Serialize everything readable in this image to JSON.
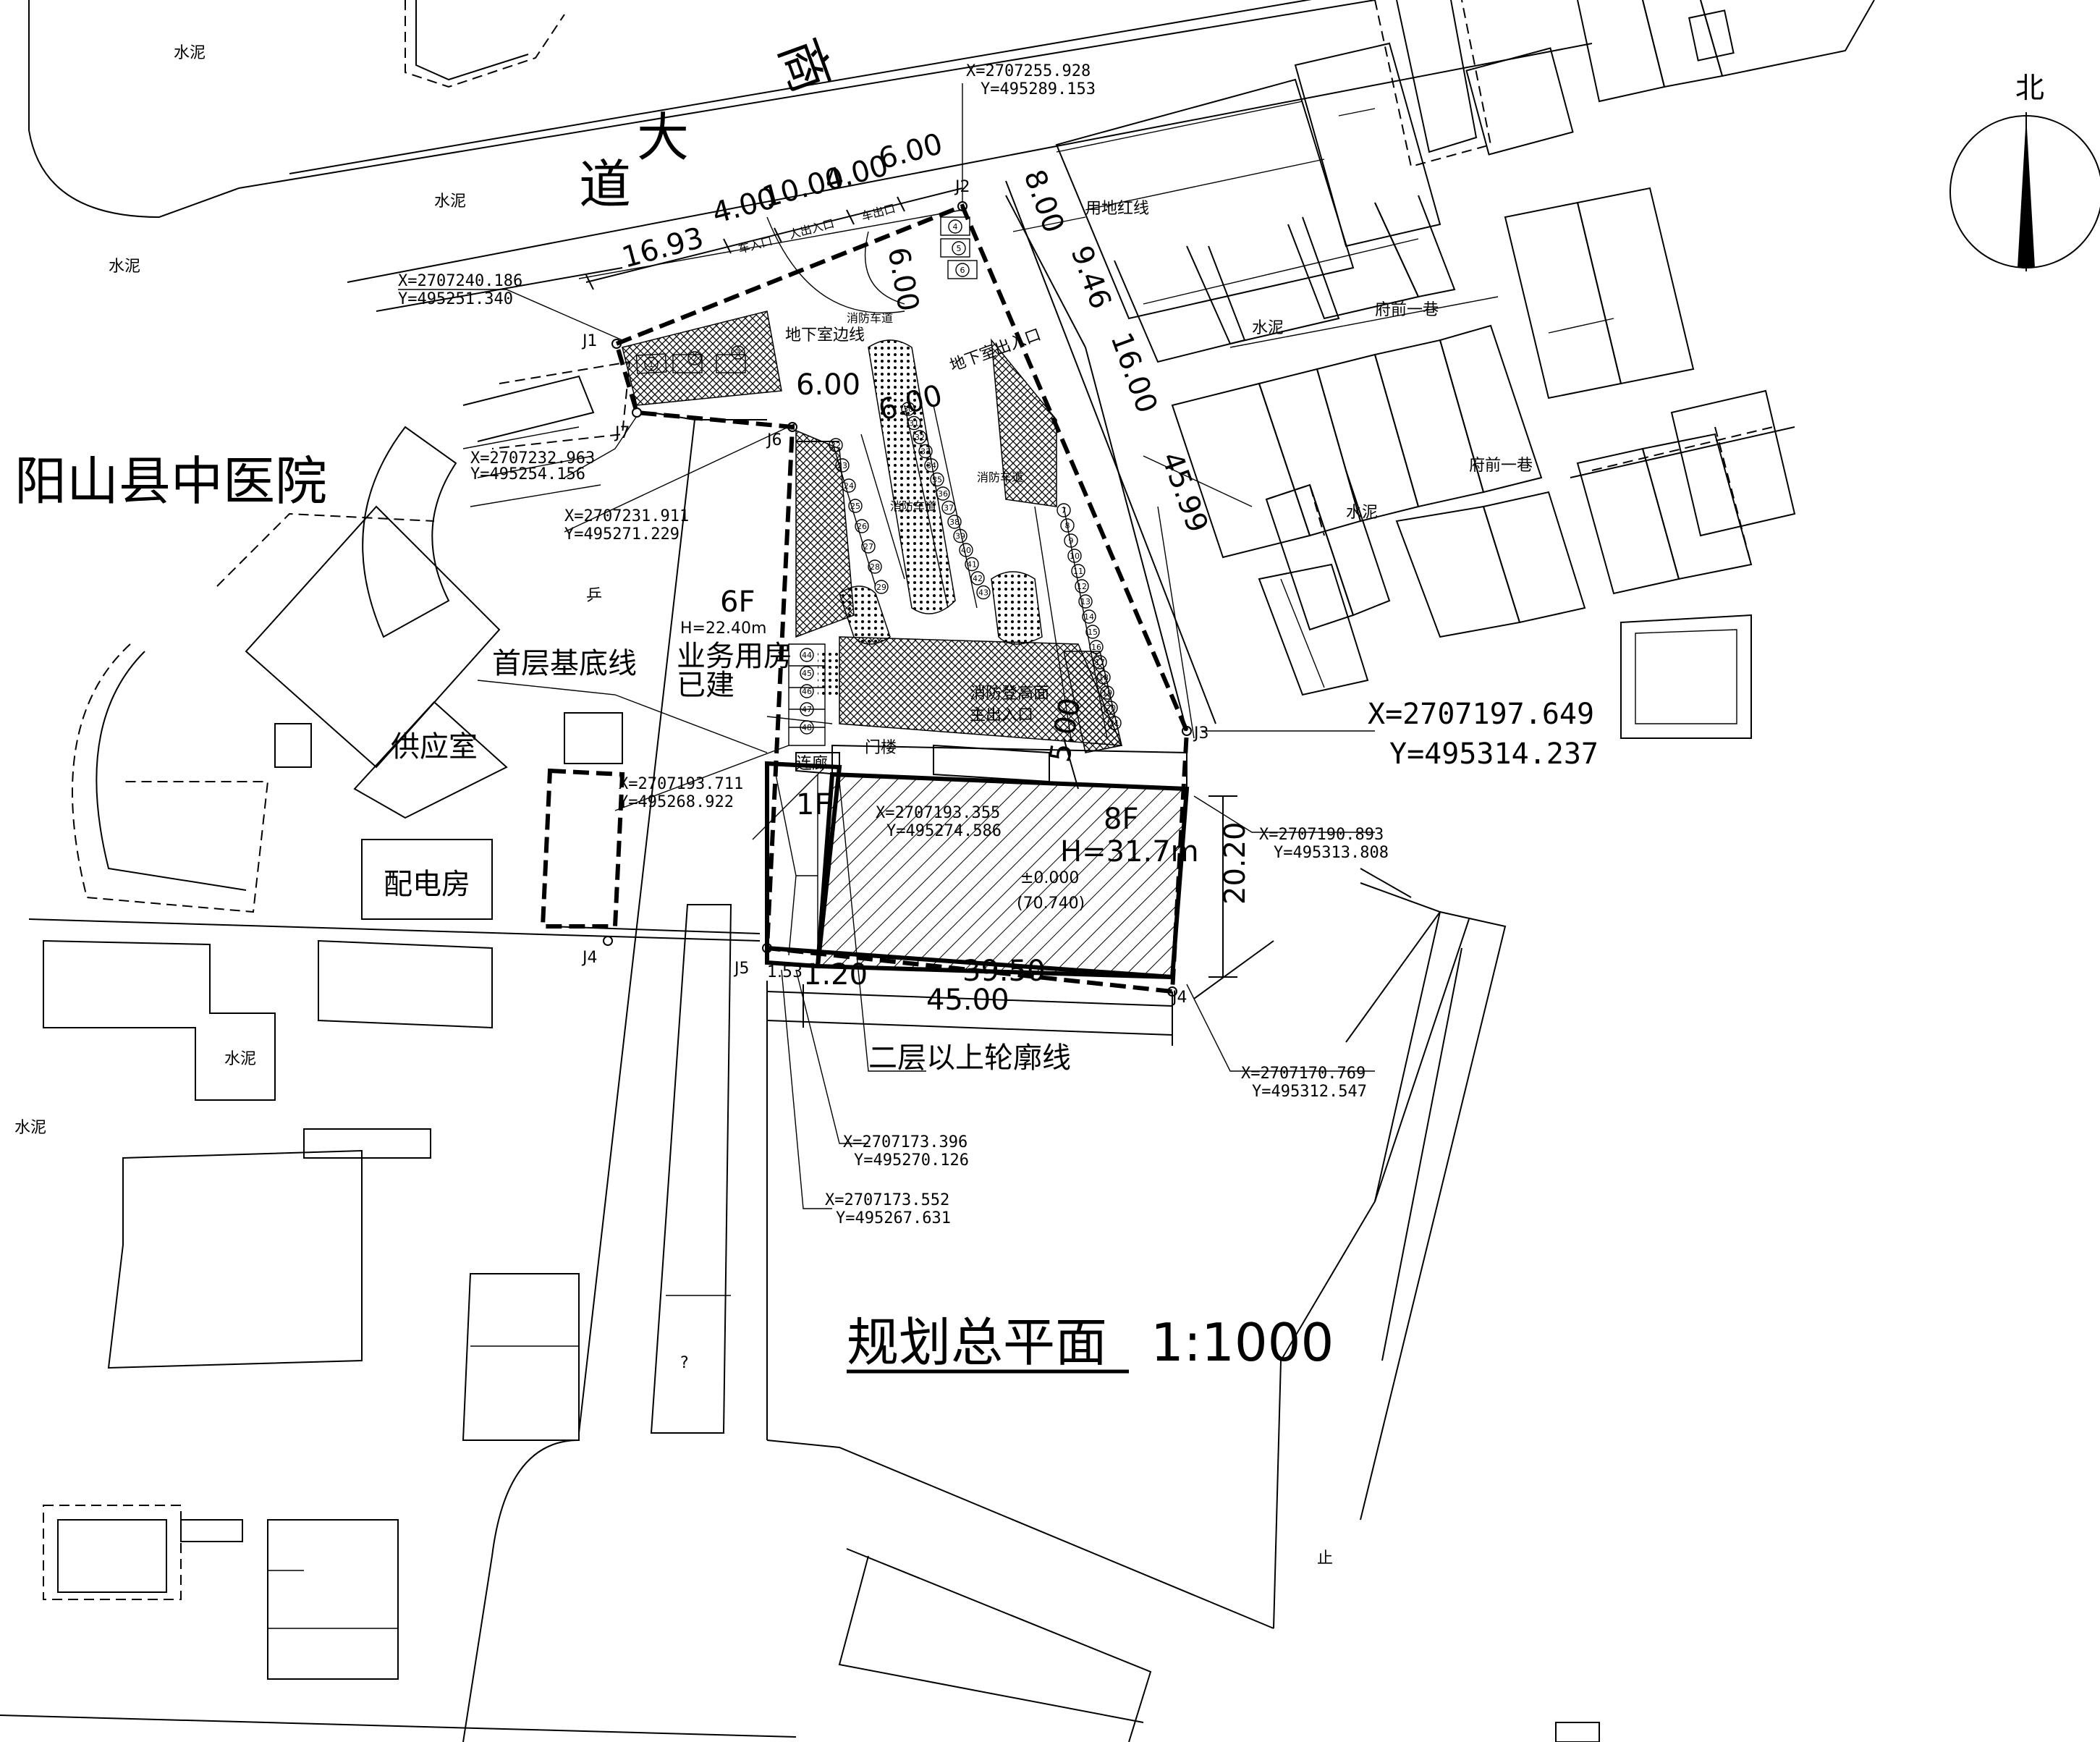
{
  "drawing": {
    "title": "规划总平面",
    "scale": "1:1000",
    "north_label": "北"
  },
  "labels": {
    "hospital": "阳山县中医院",
    "road_chars": [
      "商",
      "大",
      "道"
    ],
    "supply_room": "供应室",
    "power_room": "配电房",
    "first_floor_line": "首层基底线",
    "upper_outline": "二层以上轮廓线",
    "red_line": "用地红线",
    "basement_line": "地下室边线",
    "basement_exit": "地下室出入口",
    "fire_lane_1": "消防车道",
    "fire_lane_2": "消防车道",
    "fire_lane_3": "消防车道",
    "fire_lane_4": "消防车道",
    "fire_platform": "消防登高面",
    "main_entrance": "主出入口",
    "gate": "门楼",
    "corridor": "连廊",
    "car_in": "车入口",
    "people_in": "人出入口",
    "car_out": "车出口",
    "cement_1": "水泥",
    "cement_2": "水泥",
    "cement_3": "水泥",
    "cement_4": "水泥",
    "cement_5": "水泥",
    "cement_6": "水泥",
    "cement_7": "水泥",
    "lane_1": "府前一巷",
    "lane_2": "府前一巷",
    "question": "?",
    "mark_1": "乒",
    "mark_2": "止"
  },
  "buildings": {
    "existing": {
      "floors": "6F",
      "height": "H=22.40m",
      "use": "业务用房",
      "status": "已建"
    },
    "new": {
      "floors": "8F",
      "height": "H=31.7m",
      "elevation": "±0.000",
      "abs_elevation": "(70.740)"
    },
    "one_floor": "1F"
  },
  "points": {
    "J1": {
      "name": "J1",
      "x": "X=2707240.186",
      "y": "Y=495251.340"
    },
    "J2": {
      "name": "J2",
      "x": "X=2707255.928",
      "y": "Y=495289.153"
    },
    "J3": {
      "name": "J3",
      "x": "X=2707197.649",
      "y": "Y=495314.237"
    },
    "J4": {
      "name": "J4",
      "x": "X=2707170.769",
      "y": "Y=495312.547"
    },
    "J4b": {
      "name": "J4"
    },
    "J5": {
      "name": "J5"
    },
    "J6": {
      "name": "J6"
    },
    "J7": {
      "name": "J7"
    },
    "c1": {
      "x": "X=2707232.963",
      "y": "Y=495254.156"
    },
    "c2": {
      "x": "X=2707231.911",
      "y": "Y=495271.229"
    },
    "c3": {
      "x": "X=2707193.711",
      "y": "Y=495268.922"
    },
    "c4": {
      "x": "X=2707193.355",
      "y": "Y=495274.586"
    },
    "c5": {
      "x": "X=2707190.893",
      "y": "Y=495313.808"
    },
    "c6": {
      "x": "X=2707173.396",
      "y": "Y=495270.126"
    },
    "c7": {
      "x": "X=2707173.552",
      "y": "Y=495267.631"
    }
  },
  "dims": {
    "d1": "16.93",
    "d2": "4.00",
    "d3": "10.00",
    "d4": "4.00",
    "d5": "6.00",
    "d6": "8.00",
    "d7": "9.46",
    "d8": "16.00",
    "d9": "45.99",
    "d10": "6.00",
    "d11": "6.00",
    "d12": "6.00",
    "d13": "5.00",
    "d14": "20.20",
    "d15": "39.50",
    "d16": "45.00",
    "d17": "1.20",
    "d18": "1.53"
  },
  "lot_numbers": {
    "top": [
      "1",
      "2",
      "3"
    ],
    "right_top": [
      "4",
      "5",
      "6"
    ],
    "col_a": [
      "22",
      "23",
      "24",
      "25",
      "26",
      "27",
      "28",
      "29"
    ],
    "col_b": [
      "30",
      "31",
      "32",
      "33",
      "34",
      "35",
      "36",
      "37",
      "38",
      "39",
      "40",
      "41",
      "42",
      "43"
    ],
    "col_c": [
      "7",
      "8",
      "9",
      "10",
      "11",
      "12",
      "13",
      "14",
      "15",
      "16",
      "17",
      "18",
      "19",
      "20",
      "21"
    ],
    "col_d": [
      "44",
      "45",
      "46",
      "47",
      "48"
    ]
  }
}
